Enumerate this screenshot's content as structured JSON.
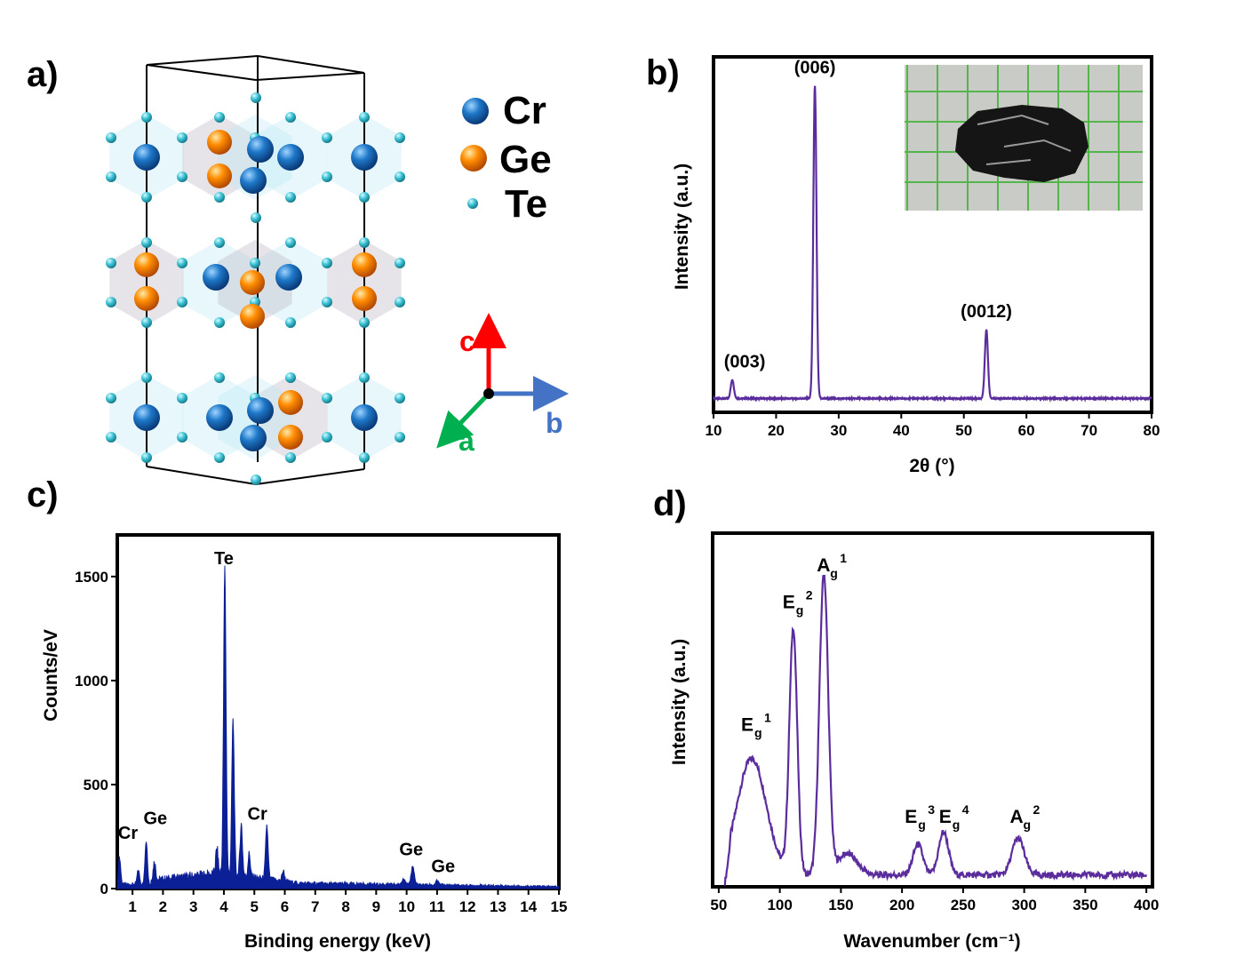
{
  "panels": {
    "a": "a)",
    "b": "b)",
    "c": "c)",
    "d": "d)"
  },
  "structure": {
    "legend": [
      {
        "label": "Cr",
        "color": "#1e78c8"
      },
      {
        "label": "Ge",
        "color": "#ff8c00"
      },
      {
        "label": "Te",
        "color": "#3ec3d5"
      }
    ],
    "axes": [
      {
        "label": "c",
        "color": "#ff0000"
      },
      {
        "label": "b",
        "color": "#4472c4"
      },
      {
        "label": "a",
        "color": "#00b050"
      }
    ]
  },
  "chart_data": [
    {
      "id": "xrd",
      "type": "line",
      "title": "",
      "xlabel": "2θ (°)",
      "ylabel": "Intensity (a.u.)",
      "xlim": [
        10,
        80
      ],
      "xticks": [
        10,
        20,
        30,
        40,
        50,
        60,
        70,
        80
      ],
      "color": "#5b2c9c",
      "baseline": 0.03,
      "peaks": [
        {
          "x": 13.0,
          "height": 0.06,
          "width": 0.25
        },
        {
          "x": 26.2,
          "height": 1.0,
          "width": 0.25
        },
        {
          "x": 53.6,
          "height": 0.22,
          "width": 0.25
        }
      ],
      "annotations": [
        {
          "text": "(003)",
          "x": 13.0
        },
        {
          "text": "(006)",
          "x": 26.2
        },
        {
          "text": "(0012)",
          "x": 53.6
        }
      ],
      "inset": "photograph of black CrGeTe3 crystal on green grid paper"
    },
    {
      "id": "eds",
      "type": "area",
      "title": "",
      "xlabel": "Binding energy (keV)",
      "ylabel": "Counts/eV",
      "xlim": [
        0.5,
        15
      ],
      "ylim": [
        0,
        1700
      ],
      "xticks": [
        1,
        2,
        3,
        4,
        5,
        6,
        7,
        8,
        9,
        10,
        11,
        12,
        13,
        14,
        15
      ],
      "yticks": [
        0,
        500,
        1000,
        1500
      ],
      "color": "#0b1f96",
      "peaks": [
        {
          "x": 0.57,
          "height": 130,
          "width": 0.04
        },
        {
          "x": 1.19,
          "height": 70,
          "width": 0.04
        },
        {
          "x": 1.45,
          "height": 210,
          "width": 0.04
        },
        {
          "x": 1.72,
          "height": 90,
          "width": 0.04
        },
        {
          "x": 3.77,
          "height": 120,
          "width": 0.04
        },
        {
          "x": 4.03,
          "height": 1470,
          "width": 0.04
        },
        {
          "x": 4.3,
          "height": 740,
          "width": 0.04
        },
        {
          "x": 4.57,
          "height": 250,
          "width": 0.04
        },
        {
          "x": 4.83,
          "height": 110,
          "width": 0.04
        },
        {
          "x": 5.41,
          "height": 260,
          "width": 0.04
        },
        {
          "x": 5.95,
          "height": 50,
          "width": 0.04
        },
        {
          "x": 9.89,
          "height": 30,
          "width": 0.05
        },
        {
          "x": 10.2,
          "height": 90,
          "width": 0.05
        },
        {
          "x": 11.0,
          "height": 20,
          "width": 0.05
        }
      ],
      "annotations": [
        {
          "text": "Te",
          "x": 4.0,
          "y": 1560
        },
        {
          "text": "Cr",
          "x": 0.85,
          "y": 240
        },
        {
          "text": "Ge",
          "x": 1.75,
          "y": 310
        },
        {
          "text": "Cr",
          "x": 5.1,
          "y": 330
        },
        {
          "text": "Ge",
          "x": 10.15,
          "y": 160
        },
        {
          "text": "Ge",
          "x": 11.2,
          "y": 80
        }
      ]
    },
    {
      "id": "raman",
      "type": "line",
      "title": "",
      "xlabel": "Wavenumber (cm⁻¹)",
      "ylabel": "Intensity (a.u.)",
      "xlim": [
        45,
        405
      ],
      "xticks": [
        50,
        100,
        150,
        200,
        250,
        300,
        350,
        400
      ],
      "color": "#5b2c9c",
      "baseline": 0.03,
      "peaks": [
        {
          "x": 77,
          "height": 0.38,
          "width": 12
        },
        {
          "x": 111,
          "height": 0.8,
          "width": 3.2
        },
        {
          "x": 136,
          "height": 0.98,
          "width": 3.6
        },
        {
          "x": 155,
          "height": 0.07,
          "width": 8
        },
        {
          "x": 213,
          "height": 0.1,
          "width": 4
        },
        {
          "x": 234,
          "height": 0.14,
          "width": 4
        },
        {
          "x": 295,
          "height": 0.12,
          "width": 5
        }
      ],
      "annotations": [
        {
          "text": "E",
          "sub": "g",
          "sup": "1",
          "x": 77,
          "y": 0.5
        },
        {
          "text": "E",
          "sub": "g",
          "sup": "2",
          "x": 111,
          "y": 0.9
        },
        {
          "text": "A",
          "sub": "g",
          "sup": "1",
          "x": 139,
          "y": 1.02
        },
        {
          "text": "E",
          "sub": "g",
          "sup": "3",
          "x": 211,
          "y": 0.2
        },
        {
          "text": "E",
          "sub": "g",
          "sup": "4",
          "x": 239,
          "y": 0.2
        },
        {
          "text": "A",
          "sub": "g",
          "sup": "2",
          "x": 297,
          "y": 0.2
        }
      ]
    }
  ]
}
